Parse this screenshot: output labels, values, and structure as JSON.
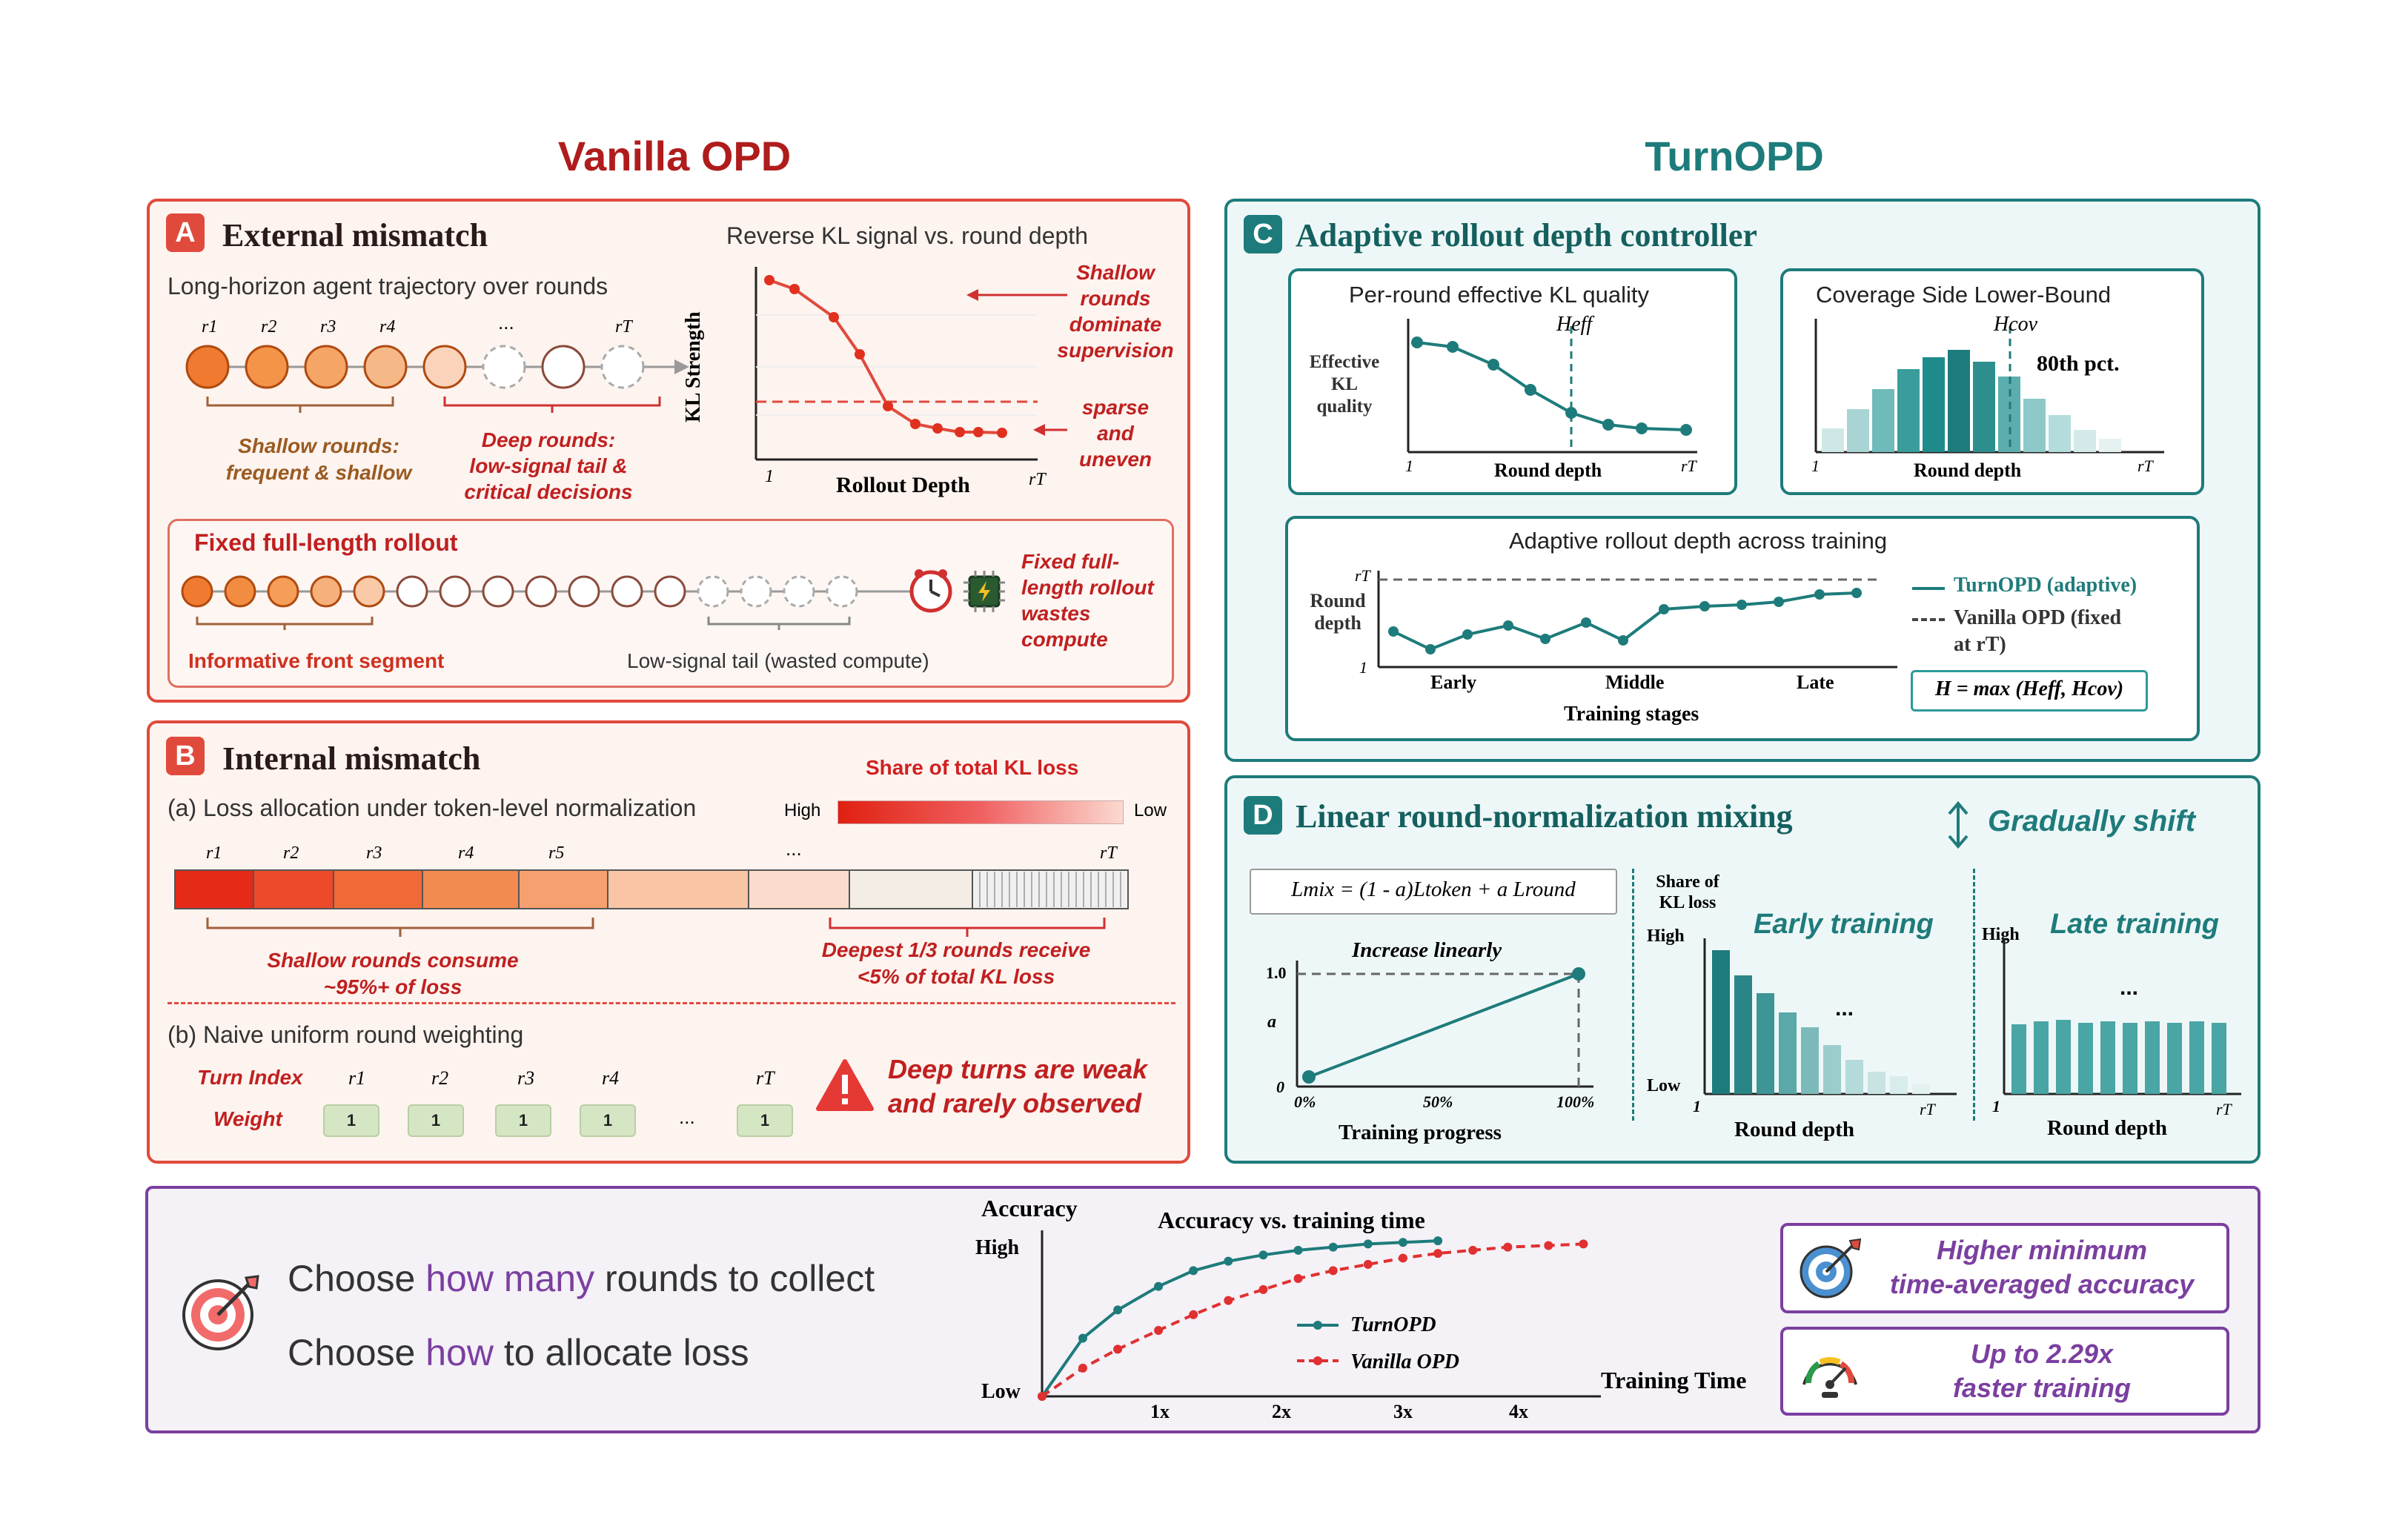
{
  "titles": {
    "left": "Vanilla OPD",
    "right": "TurnOPD"
  },
  "panelA": {
    "badge": "A",
    "title": "External mismatch",
    "traj_label": "Long-horizon agent trajectory over rounds",
    "round_labels": [
      "r1",
      "r2",
      "r3",
      "r4",
      "...",
      "rT"
    ],
    "shallow_note_1": "Shallow rounds:",
    "shallow_note_2": "frequent & shallow",
    "deep_note_1": "Deep rounds:",
    "deep_note_2": "low-signal tail &",
    "deep_note_3": "critical decisions",
    "chart_title": "Reverse KL signal vs. round depth",
    "ylabel": "KL Strength",
    "xlabel": "Rollout  Depth",
    "x_start": "1",
    "x_end": "rT",
    "ann1_1": "Shallow",
    "ann1_2": "rounds",
    "ann1_3": "dominate",
    "ann1_4": "supervision",
    "ann2_1": "sparse",
    "ann2_2": "and",
    "ann2_3": "uneven",
    "rollout_title": "Fixed full-length rollout",
    "front_label": "Informative front segment",
    "tail_label": "Low-signal tail (wasted compute)",
    "waste_1": "Fixed full-",
    "waste_2": "length rollout",
    "waste_3": "wastes",
    "waste_4": "compute"
  },
  "panelB": {
    "badge": "B",
    "title": "Internal mismatch",
    "a_label": "(a) Loss allocation under token-level normalization",
    "share_label": "Share of total KL loss",
    "high": "High",
    "low": "Low",
    "bar_labels": [
      "r1",
      "r2",
      "r3",
      "r4",
      "r5",
      "...",
      "rT"
    ],
    "shallow_1": "Shallow rounds consume",
    "shallow_2": "~95%+ of loss",
    "deep_1": "Deepest 1/3 rounds receive",
    "deep_2": "<5% of total KL loss",
    "b_label": "(b) Naive uniform round weighting",
    "turn_index": "Turn Index",
    "weight": "Weight",
    "turn_labels": [
      "r1",
      "r2",
      "r3",
      "r4",
      "rT"
    ],
    "weights": [
      "1",
      "1",
      "1",
      "1",
      "...",
      "1"
    ],
    "warn_1": "Deep turns are weak",
    "warn_2": "and rarely observed"
  },
  "panelC": {
    "badge": "C",
    "title": "Adaptive rollout depth controller",
    "c1_title": "Per-round effective KL quality",
    "c1_ylabel_1": "Effective",
    "c1_ylabel_2": "KL",
    "c1_ylabel_3": "quality",
    "c1_h": "Heff",
    "c1_x": "Round depth",
    "c1_x0": "1",
    "c1_x1": "rT",
    "c2_title": "Coverage Side Lower-Bound",
    "c2_h": "Hcov",
    "c2_pct": "80th pct.",
    "c2_x": "Round depth",
    "c2_x0": "1",
    "c2_x1": "rT",
    "c3_title": "Adaptive rollout depth across training",
    "c3_ylabel_1": "Round",
    "c3_ylabel_2": "depth",
    "c3_rT": "rT",
    "c3_one": "1",
    "c3_stages": [
      "Early",
      "Middle",
      "Late"
    ],
    "c3_x": "Training stages",
    "legend_turn": "TurnOPD (adaptive)",
    "legend_van_1": "Vanilla OPD (fixed",
    "legend_van_2": "at rT)",
    "formula": "H = max (Heff, Hcov)"
  },
  "panelD": {
    "badge": "D",
    "title": "Linear round-normalization mixing",
    "shift": "Gradually shift",
    "formula": "Lmix = (1 - a)Ltoken + a Lround",
    "lin_title": "Increase linearly",
    "lin_y1": "1.0",
    "lin_ya": "a",
    "lin_y0": "0",
    "lin_x": [
      "0%",
      "50%",
      "100%"
    ],
    "lin_xlabel": "Training progress",
    "share_1": "Share of",
    "share_2": "KL loss",
    "high": "High",
    "low": "Low",
    "early": "Early training",
    "late": "Late training",
    "dots": "...",
    "round_depth": "Round depth",
    "x0": "1",
    "x1": "rT"
  },
  "bottom": {
    "line1_a": "Choose ",
    "line1_b": "how many",
    "line1_c": " rounds to collect",
    "line2_a": "Choose ",
    "line2_b": "how",
    "line2_c": " to allocate loss",
    "benefit1_1": "Higher minimum",
    "benefit1_2": "time-averaged accuracy",
    "benefit2_1": "Up to 2.29x",
    "benefit2_2": "faster training"
  },
  "chart_data": {
    "type": "line",
    "title": "Accuracy vs. training time",
    "ylabel": "Accuracy",
    "xlabel": "Training Time",
    "y_ticks": [
      "High",
      "Low"
    ],
    "x_ticks": [
      "1x",
      "2x",
      "3x",
      "4x"
    ],
    "series": [
      {
        "name": "TurnOPD",
        "color": "#1e7b7b",
        "style": "solid",
        "x": [
          0,
          0.7,
          1.3,
          2.0,
          2.6,
          3.2,
          3.8,
          4.4,
          5.0,
          5.6,
          6.2,
          6.8
        ],
        "y": [
          0,
          0.37,
          0.55,
          0.7,
          0.8,
          0.86,
          0.9,
          0.93,
          0.95,
          0.97,
          0.98,
          0.99
        ]
      },
      {
        "name": "Vanilla OPD",
        "color": "#e03030",
        "style": "dashed",
        "x": [
          0,
          0.7,
          1.3,
          2.0,
          2.6,
          3.2,
          3.8,
          4.4,
          5.0,
          5.6,
          6.2,
          6.8,
          7.4,
          8.0,
          8.7,
          9.3
        ],
        "y": [
          0,
          0.18,
          0.3,
          0.42,
          0.52,
          0.61,
          0.68,
          0.75,
          0.8,
          0.84,
          0.88,
          0.91,
          0.93,
          0.95,
          0.96,
          0.97
        ]
      }
    ],
    "xlim": [
      0,
      9.6
    ],
    "ylim": [
      0,
      1
    ]
  }
}
